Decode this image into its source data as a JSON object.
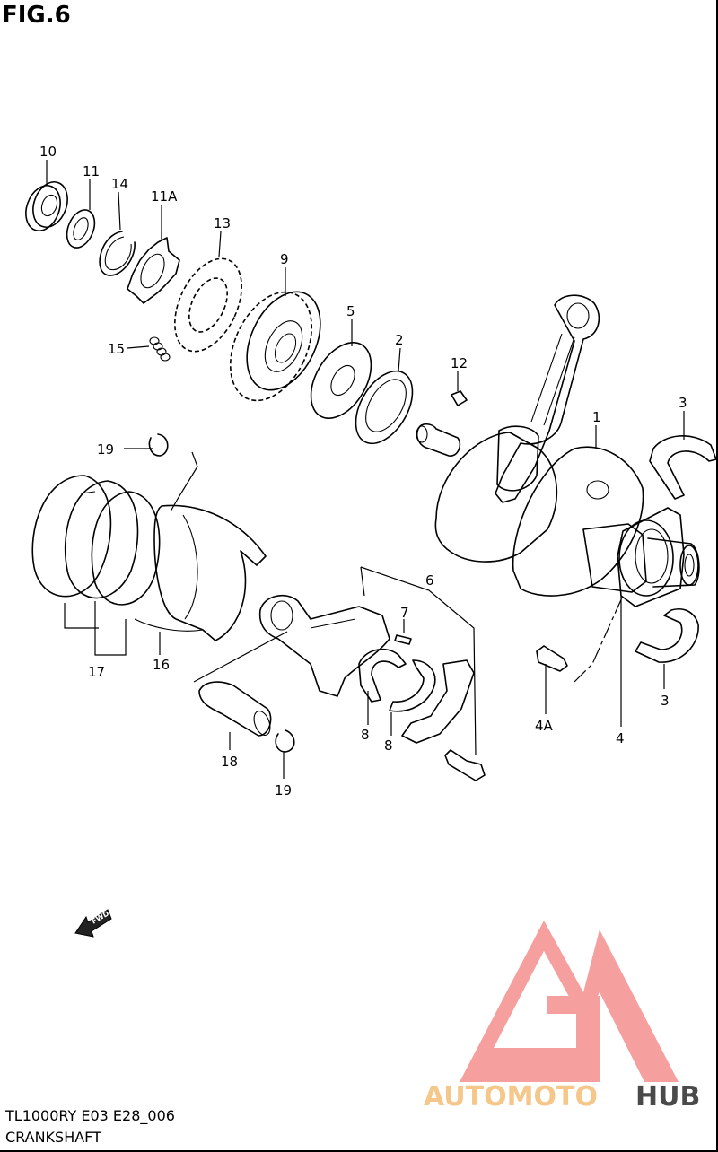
{
  "figure": {
    "title": "FIG.6",
    "model_code": "TL1000RY E03 E28_006",
    "caption": "CRANKSHAFT"
  },
  "fwd_marker": {
    "label": "FWD",
    "icon": "forward-arrow-icon"
  },
  "watermark": {
    "brand_part1": "AUTOMOTO",
    "brand_part2": "HUB",
    "color_part1": "#f6c78a",
    "color_part2": "#4a4a4a",
    "logo_color": "#f59a9a"
  },
  "callouts": {
    "c10": "10",
    "c11": "11",
    "c14": "14",
    "c11a": "11A",
    "c13": "13",
    "c9": "9",
    "c15": "15",
    "c5": "5",
    "c2": "2",
    "c12": "12",
    "c1": "1",
    "c3_top": "3",
    "c3_bottom": "3",
    "c19_top": "19",
    "c19_bottom": "19",
    "c6": "6",
    "c7": "7",
    "c17": "17",
    "c16": "16",
    "c18": "18",
    "c8_left": "8",
    "c8_right": "8",
    "c4a": "4A",
    "c4": "4"
  }
}
